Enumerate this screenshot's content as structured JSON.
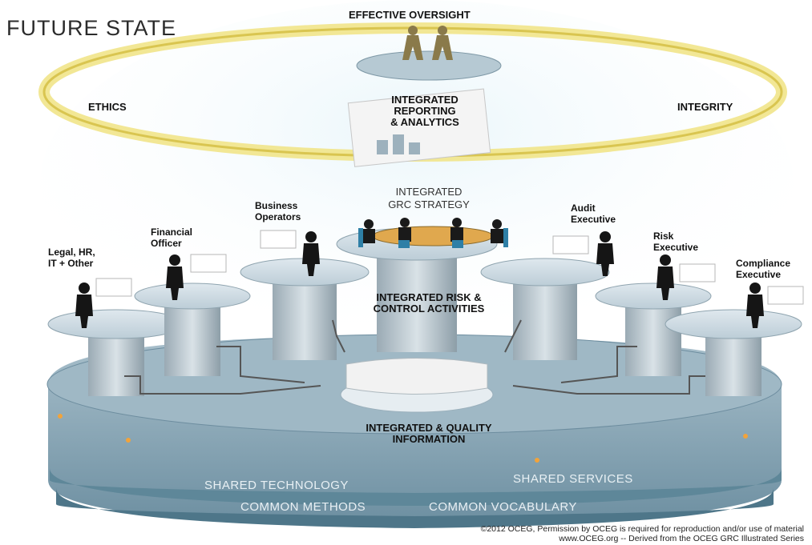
{
  "title": "FUTURE STATE",
  "oversight": "EFFECTIVE OVERSIGHT",
  "ring": {
    "left": "ETHICS",
    "right": "INTEGRITY",
    "center_lines": [
      "INTEGRATED",
      "REPORTING",
      "& ANALYTICS"
    ]
  },
  "strategy_lines": [
    "INTEGRATED",
    "GRC STRATEGY"
  ],
  "risk_lines": [
    "INTEGRATED RISK &",
    "CONTROL ACTIVITIES"
  ],
  "quality_lines": [
    "INTEGRATED & QUALITY",
    "INFORMATION"
  ],
  "roles": {
    "legal": [
      "Legal, HR,",
      "IT + Other"
    ],
    "financial": [
      "Financial",
      "Officer"
    ],
    "business": [
      "Business",
      "Operators"
    ],
    "audit": [
      "Audit",
      "Executive"
    ],
    "risk": [
      "Risk",
      "Executive"
    ],
    "compliance": [
      "Compliance",
      "Executive"
    ]
  },
  "bands": {
    "shared_technology": "SHARED TECHNOLOGY",
    "shared_services": "SHARED SERVICES",
    "common_methods": "COMMON METHODS",
    "common_vocabulary": "COMMON VOCABULARY"
  },
  "copyright": {
    "line1": "©2012 OCEG, Permission by OCEG is required for reproduction and/or use of material",
    "line2": "www.OCEG.org -- Derived from the OCEG GRC Illustrated Series"
  },
  "colors": {
    "ring": "#e8d76a",
    "platform": "#8aa8b8",
    "platform_dark": "#5f8396",
    "pillar": "#b8c6cf",
    "figure": "#1a1a1a"
  }
}
